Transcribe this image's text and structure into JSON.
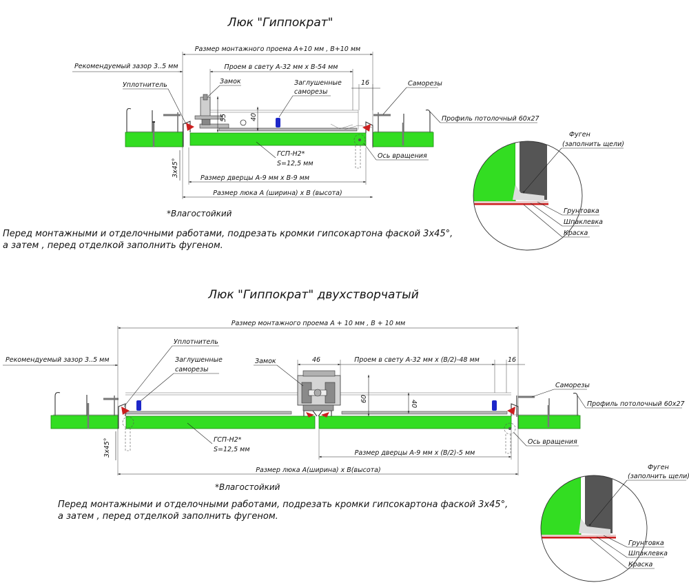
{
  "colors": {
    "board": "#33dd22",
    "board_edge": "#1f8a12",
    "paint": "#cc1f1f",
    "primer": "#e8c9c9",
    "filler": "#555555",
    "metal": "#b9b9b9",
    "screw_head": "#1d27c9",
    "white": "#ffffff"
  },
  "top": {
    "title": "Люк \"Гиппократ\"",
    "dim_opening": "Размер монтажного проема А+10 мм , В+10 мм",
    "dim_gap": "Рекомендуемый зазор 3..5 мм",
    "dim_clear": "Проем в свету А-32 мм х В-54 мм",
    "dim_16": "16",
    "dim_55": "55",
    "dim_40": "40",
    "dim_door": "Размер дверцы А-9 мм х В-9 мм",
    "dim_hatch": "Размер люка А (ширина) х В (высота)",
    "dim_bevel": "3х45°",
    "lbl_seal": "Уплотнитель",
    "lbl_lock": "Замок",
    "lbl_hidden_screws_1": "Заглушенные",
    "lbl_hidden_screws_2": "саморезы",
    "lbl_screws": "Саморезы",
    "lbl_profile": "Профиль потолочный 60х27",
    "lbl_gsp_1": "ГСП-Н2*",
    "lbl_gsp_2": "S=12,5 мм",
    "lbl_axis": "Ось вращения",
    "note_moist": "*Влагостойкий",
    "note_1": "Перед монтажными и отделочными работами, подрезать кромки гипсокартона фаской 3х45°,",
    "note_2": "а затем , перед отделкой заполнить фугеном.",
    "detail": {
      "fugen_1": "Фуген",
      "fugen_2": "(заполнить щели)",
      "primer": "Грунтовка",
      "putty": "Шпаклевка",
      "paint": "Краска"
    }
  },
  "bottom": {
    "title": "Люк \"Гиппократ\" двухстворчатый",
    "dim_opening": "Размер монтажного проема А + 10 мм , В + 10 мм",
    "dim_gap": "Рекомендуемый зазор 3..5 мм",
    "dim_46": "46",
    "dim_clear": "Проем в свету А-32 мм х (В/2)-48 мм",
    "dim_16": "16",
    "dim_60": "60",
    "dim_40": "40",
    "dim_door": "Размер дверцы А-9 мм х (В/2)-5 мм",
    "dim_hatch": "Размер люка А(ширина) х В(высота)",
    "dim_bevel": "3х45°",
    "lbl_seal": "Уплотнитель",
    "lbl_hidden_screws_1": "Заглушенные",
    "lbl_hidden_screws_2": "саморезы",
    "lbl_lock": "Замок",
    "lbl_screws": "Саморезы",
    "lbl_profile": "Профиль потолочный 60х27",
    "lbl_gsp_1": "ГСП-Н2*",
    "lbl_gsp_2": "S=12,5 мм",
    "lbl_axis": "Ось вращения",
    "note_moist": "*Влагостойкий",
    "note_1": "Перед монтажными и отделочными работами, подрезать кромки гипсокартона фаской 3х45°,",
    "note_2": "а затем , перед отделкой заполнить фугеном.",
    "detail": {
      "fugen_1": "Фуген",
      "fugen_2": "(заполнить щели)",
      "primer": "Грунтовка",
      "putty": "Шпаклевка",
      "paint": "Краска"
    }
  }
}
